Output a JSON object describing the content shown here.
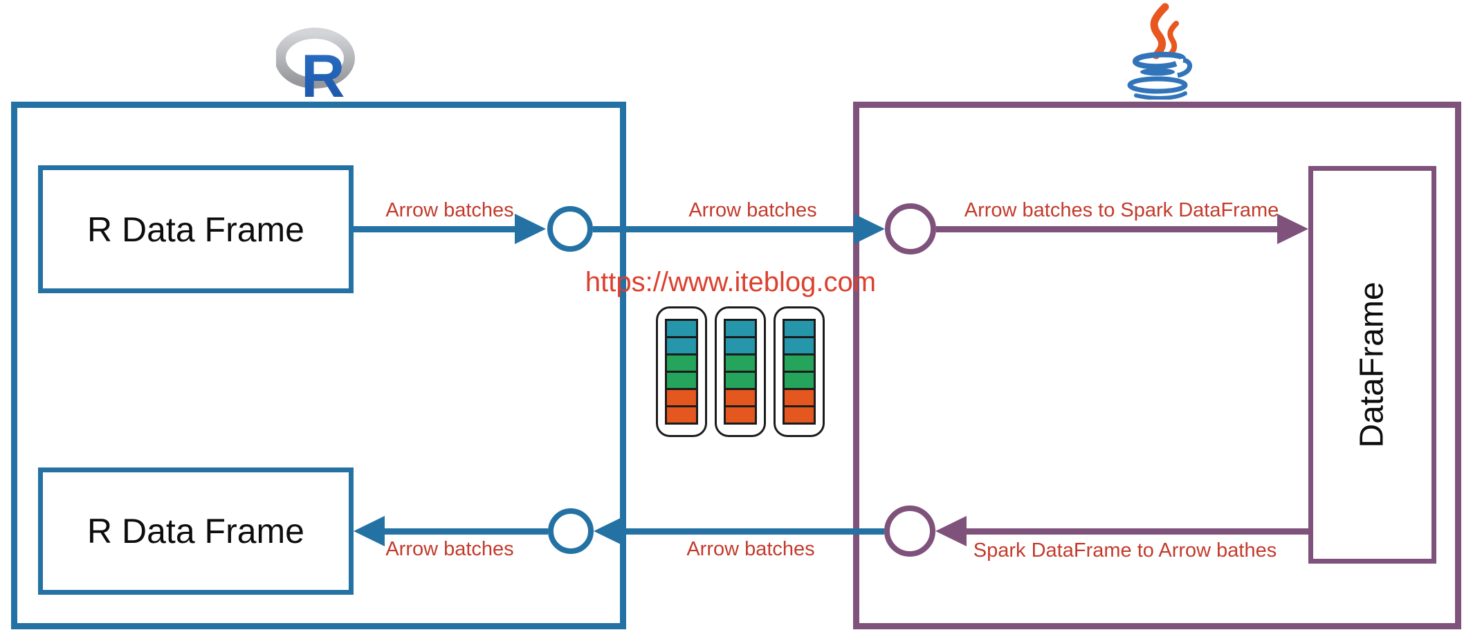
{
  "diagram_title": "R / Spark Arrow data exchange diagram",
  "watermark": {
    "text": "https://www.iteblog.com"
  },
  "r_environment": {
    "logo": "r-language-logo",
    "frames": [
      {
        "label": "R Data Frame"
      },
      {
        "label": "R Data Frame"
      }
    ]
  },
  "spark_environment": {
    "logo": "java-logo",
    "dataframe_label": "DataFrame"
  },
  "flows": {
    "top": {
      "direction": "r-to-spark",
      "labels": [
        "Arrow batches",
        "Arrow batches",
        "Arrow batches to Spark DataFrame"
      ]
    },
    "bottom": {
      "direction": "spark-to-r",
      "labels": [
        "Arrow batches",
        "Arrow batches",
        "Spark DataFrame to Arrow bathes"
      ]
    }
  },
  "batch_icons": {
    "count": 3,
    "stripe_colors": [
      "#2696AB",
      "#2696AB",
      "#25A45C",
      "#25A45C",
      "#E4571F",
      "#E4571F"
    ]
  },
  "colors": {
    "r_accent_blue": "#2471A4",
    "spark_accent_purple": "#7E527B",
    "label_red": "#C33A2B",
    "watermark_red": "#DC402E",
    "batch_outline": "#1B1B1B",
    "r_logo_blue": "#2265B8",
    "r_logo_gray": "#B9BABD",
    "java_blue": "#3174B9",
    "java_flame_orange": "#E8571F"
  }
}
